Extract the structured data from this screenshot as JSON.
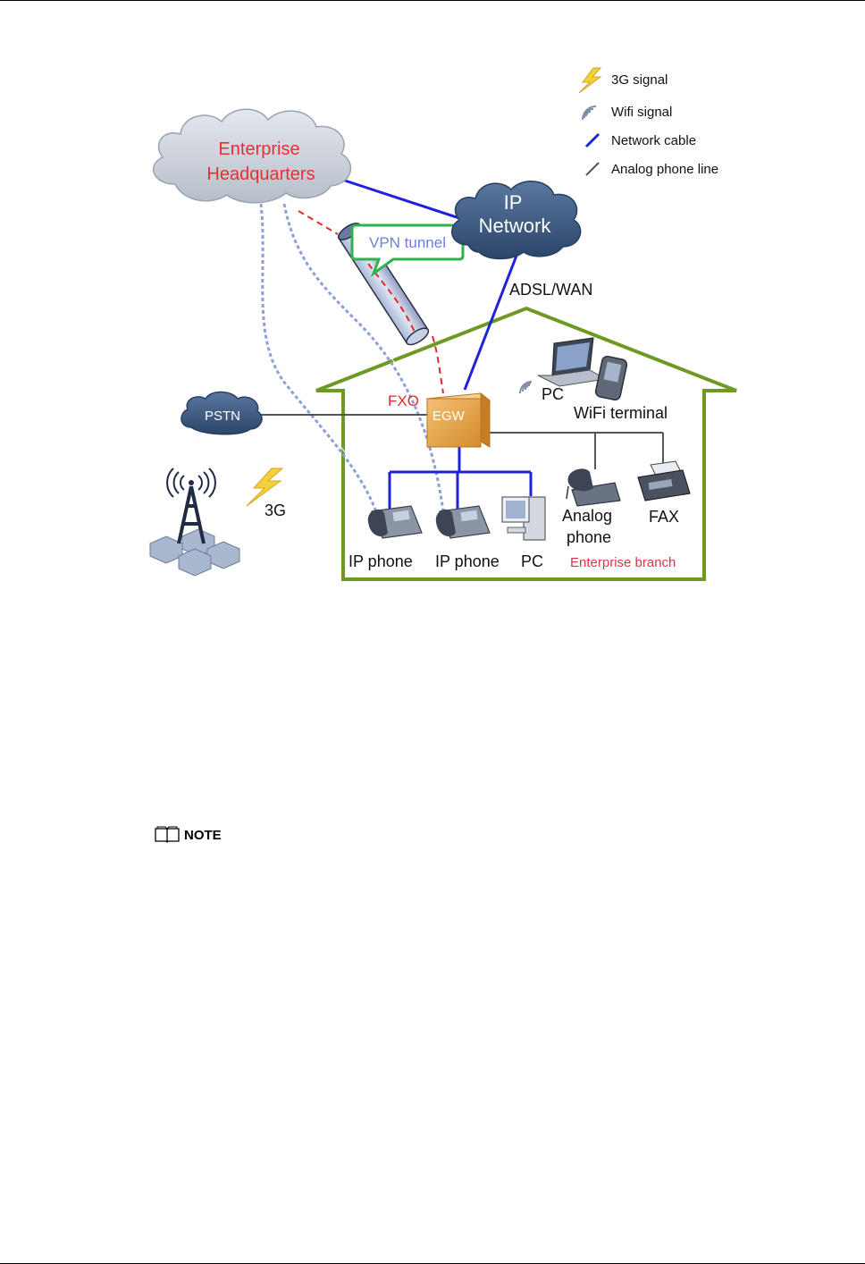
{
  "legend": {
    "signal_3g": "3G signal",
    "wifi_signal": "Wifi signal",
    "network_cable": "Network cable",
    "analog_line": "Analog phone line"
  },
  "clouds": {
    "hq_line1": "Enterprise",
    "hq_line2": "Headquarters",
    "ip_line1": "IP",
    "ip_line2": "Network",
    "pstn": "PSTN"
  },
  "labels": {
    "vpn_tunnel": "VPN tunnel",
    "adsl_wan": "ADSL/WAN",
    "fxo": "FXO",
    "egw": "EGW",
    "wifi_pc": "PC",
    "wifi_terminal": "WiFi terminal",
    "ip_phone_1": "IP phone",
    "ip_phone_2": "IP phone",
    "pc": "PC",
    "analog_phone_line1": "Analog",
    "analog_phone_line2": "phone",
    "fax": "FAX",
    "enterprise_branch": "Enterprise branch",
    "g3": "3G"
  },
  "colors": {
    "network_cable": "#1e22d8",
    "analog_line": "#555555",
    "vpn_dash": "#e02a2a",
    "wireless_dash": "#8da0d8",
    "house_outline": "#6e9a23",
    "cloud_hq": "#c9cfd8",
    "cloud_dark": "#3e5a82",
    "egw_box": "#e8a445",
    "hq_text": "#e53030",
    "branch_text": "#d9364a"
  },
  "note": {
    "label": "NOTE"
  }
}
